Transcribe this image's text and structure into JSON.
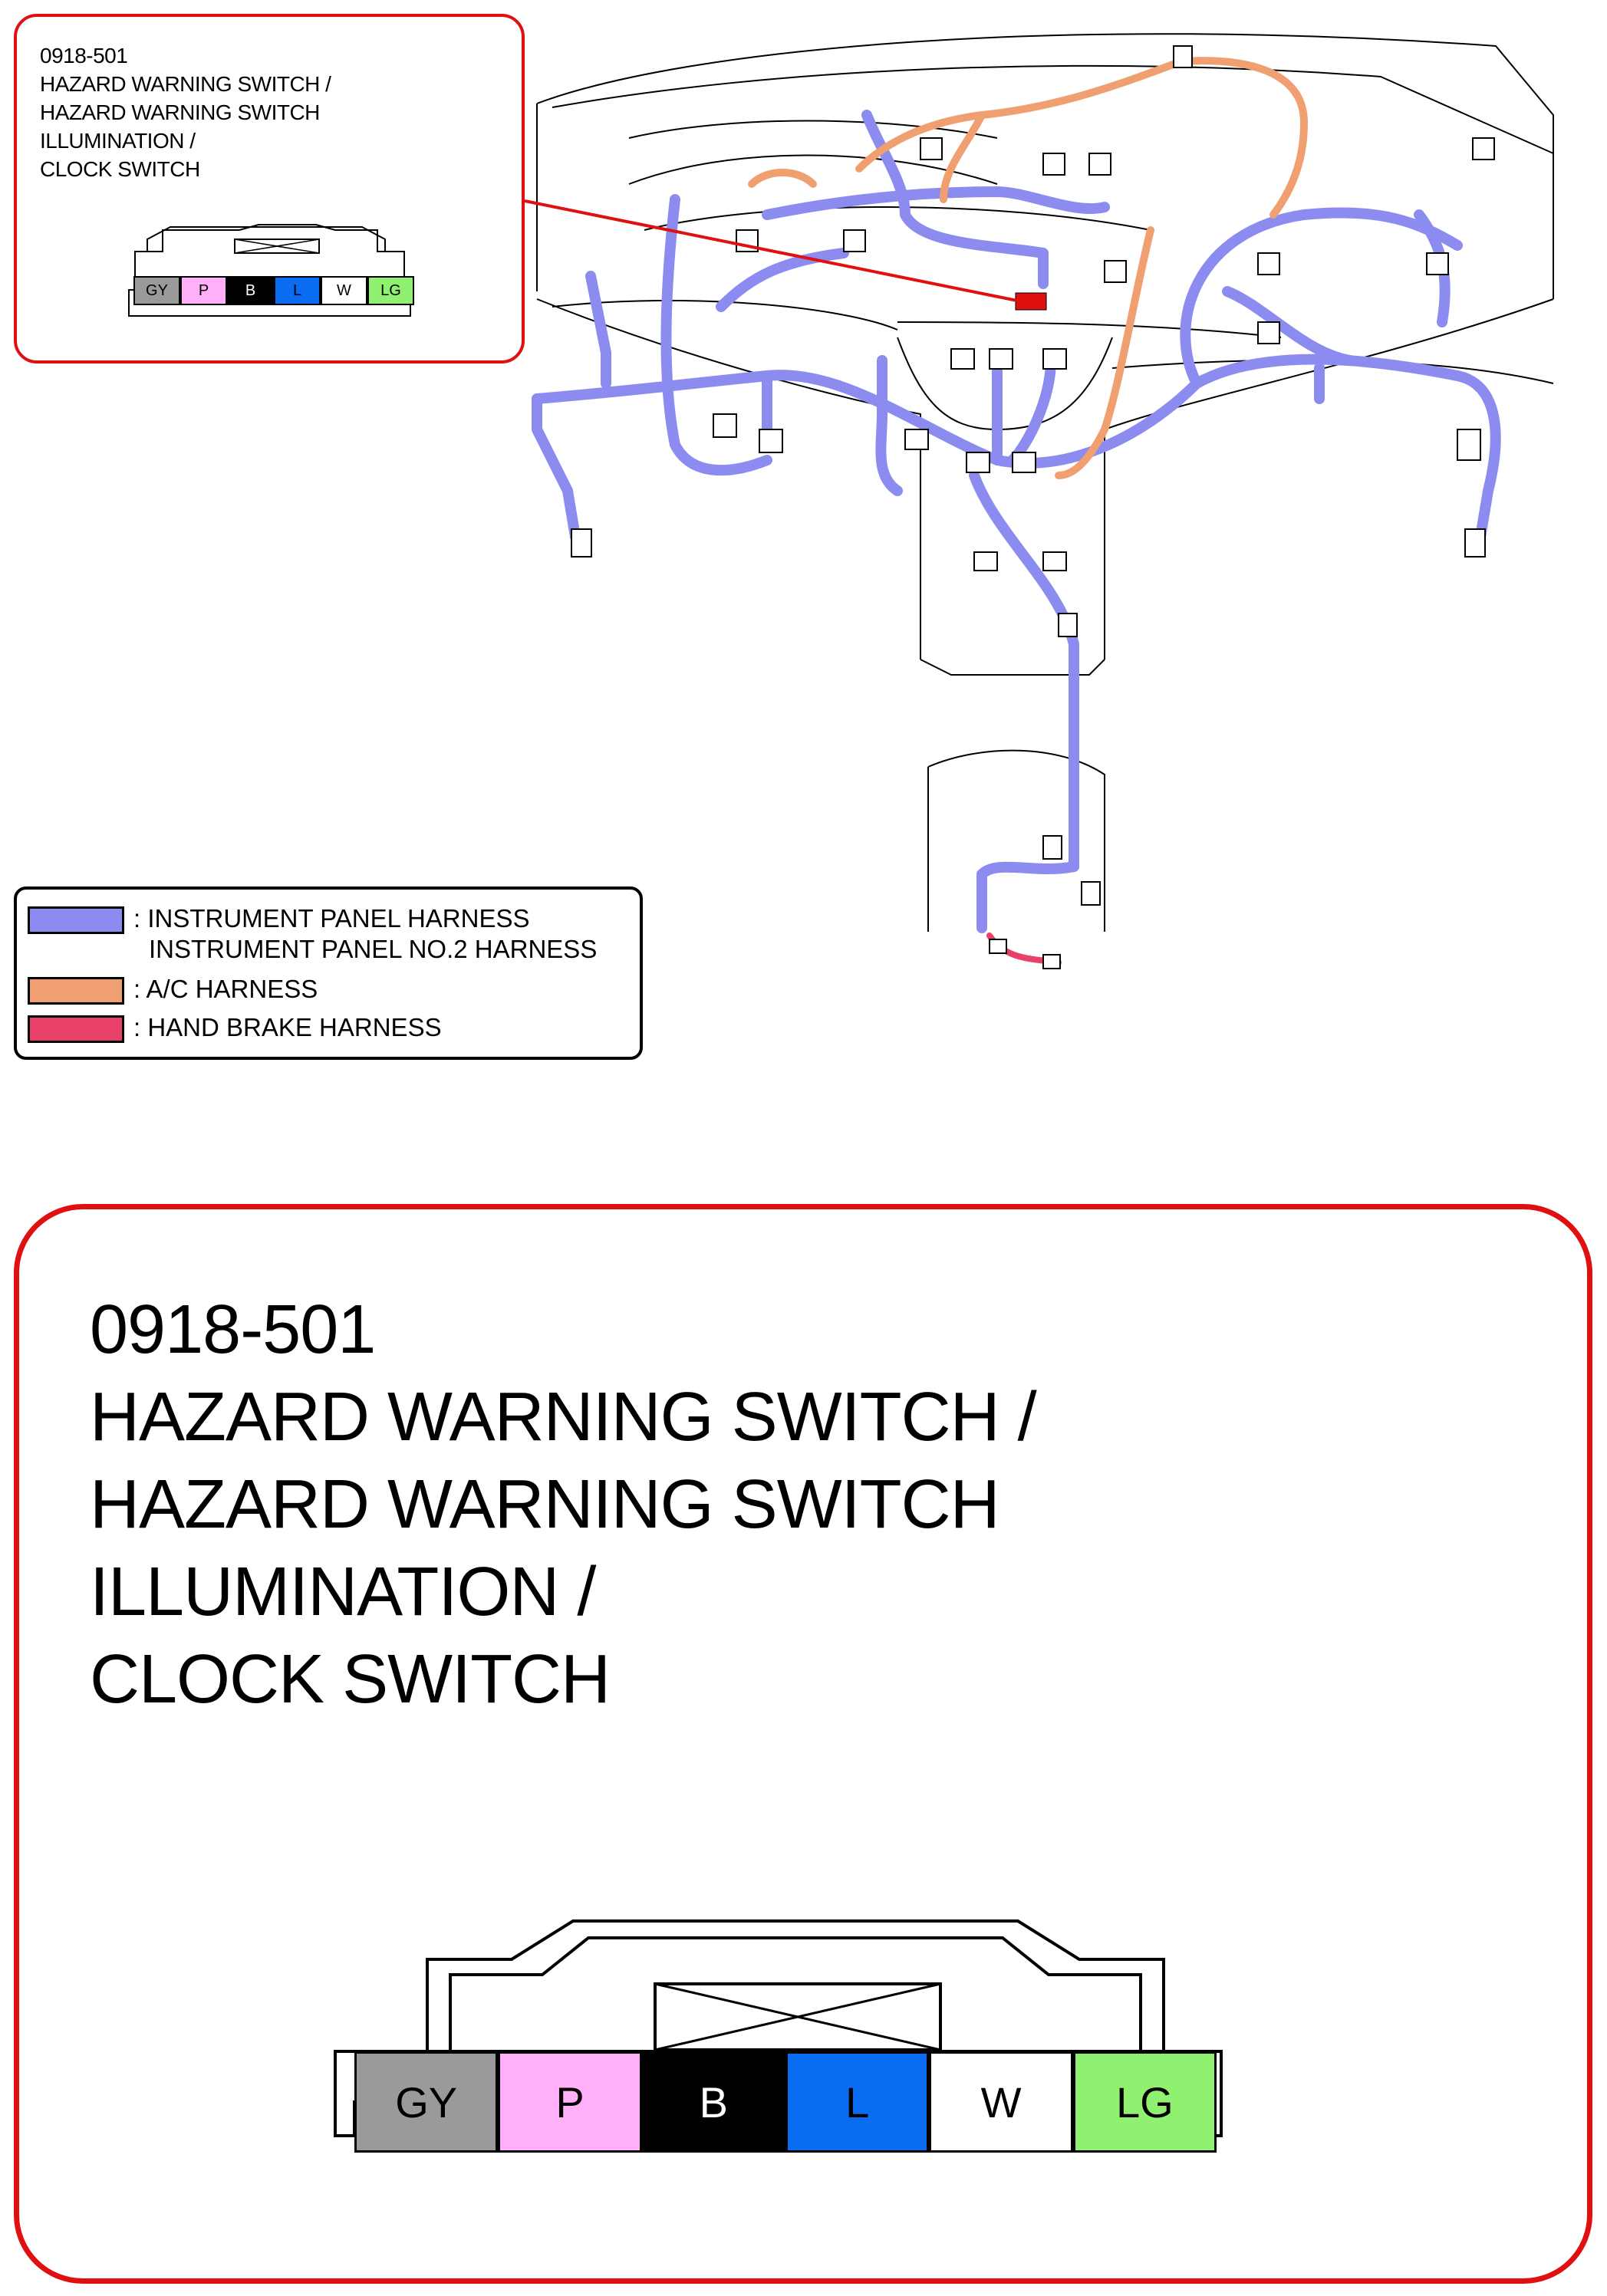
{
  "connector": {
    "code": "0918-501",
    "name_lines": [
      "HAZARD WARNING SWITCH /",
      "HAZARD WARNING SWITCH",
      "ILLUMINATION /",
      "CLOCK SWITCH"
    ],
    "pins": [
      {
        "label": "GY",
        "color": "#9a9a9a",
        "text_color": "#000000"
      },
      {
        "label": "P",
        "color": "#ffb0f8",
        "text_color": "#000000"
      },
      {
        "label": "B",
        "color": "#000000",
        "text_color": "#ffffff"
      },
      {
        "label": "L",
        "color": "#0a6cf0",
        "text_color": "#000000"
      },
      {
        "label": "W",
        "color": "#ffffff",
        "text_color": "#000000"
      },
      {
        "label": "LG",
        "color": "#90f070",
        "text_color": "#000000"
      }
    ],
    "highlight_color": "#e01010"
  },
  "legend": {
    "items": [
      {
        "label": ": INSTRUMENT PANEL HARNESS",
        "label2": "INSTRUMENT PANEL NO.2 HARNESS",
        "color": "#8c8cf0"
      },
      {
        "label": ": A/C HARNESS",
        "color": "#f0a070"
      },
      {
        "label": ": HAND BRAKE HARNESS",
        "color": "#e84068"
      }
    ]
  },
  "colors": {
    "instrument_harness": "#8c8cf0",
    "ac_harness": "#f0a070",
    "hand_brake_harness": "#e84068",
    "callout_border": "#e01010"
  }
}
